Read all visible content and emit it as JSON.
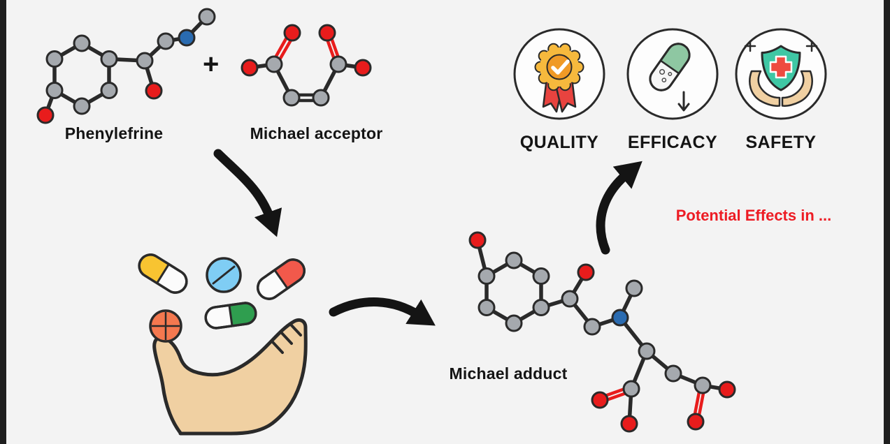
{
  "diagram": {
    "reactants": {
      "phenylefrine_label": "Phenylefrine",
      "plus_sign": "+",
      "acceptor_label": "Michael acceptor"
    },
    "product": {
      "adduct_label": "Michael adduct"
    },
    "outcomes": {
      "items": [
        {
          "label": "QUALITY",
          "icon": "quality-medal-icon"
        },
        {
          "label": "EFFICACY",
          "icon": "efficacy-capsule-icon"
        },
        {
          "label": "SAFETY",
          "icon": "safety-shield-icon"
        }
      ],
      "effects_label": "Potential Effects in ..."
    },
    "colors": {
      "background": "#f3f3f3",
      "border_bar": "#1e1e1e",
      "carbon_gray": "#a5a9ae",
      "oxygen_red": "#e81c1c",
      "nitrogen_blue": "#2a6bb0",
      "bond_dark": "#2a2a2a",
      "effects_text_red": "#ed1c24",
      "hand_tan": "#f0d0a2",
      "medal_gold": "#f6b93d",
      "medal_orange": "#f09a26",
      "ribbon_red": "#e8433f",
      "shield_green": "#3fc7a4",
      "cross_red": "#ee4b40",
      "capsule_green": "#8ec7a2",
      "pill_yellow": "#f8c431",
      "pill_blue": "#7fcdf4",
      "pill_red": "#f2594b",
      "pill_green": "#2f9e4f",
      "tablet_orange": "#f4784f"
    }
  }
}
